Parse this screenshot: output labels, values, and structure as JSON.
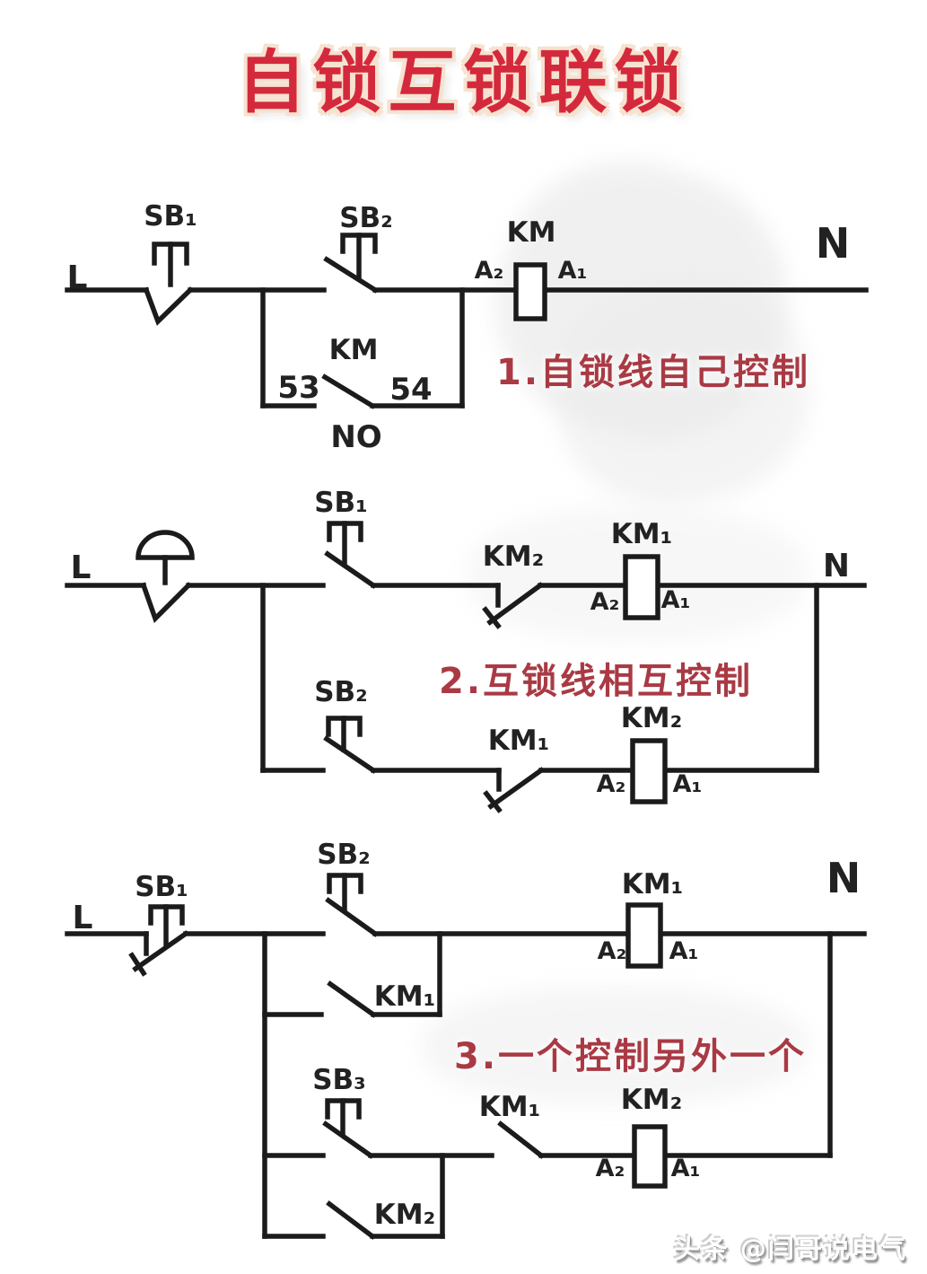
{
  "title": "自锁互锁联锁",
  "watermark": "头条 @闫哥说电气",
  "colors": {
    "title_red": "#d4293c",
    "title_halo": "#f6e2d0",
    "caption_red": "#a93a44",
    "line_black": "#1b1b1b"
  },
  "s1": {
    "caption": "1.自锁线自己控制",
    "l": "L",
    "n": "N",
    "sb1": "SB₁",
    "sb2": "SB₂",
    "km_coil": "KM",
    "a2": "A₂",
    "a1": "A₁",
    "km_aux": "KM",
    "t53": "53",
    "t54": "54",
    "no": "NO"
  },
  "s2": {
    "caption": "2.互锁线相互控制",
    "l": "L",
    "n": "N",
    "sb1": "SB₁",
    "sb2": "SB₂",
    "km2_nc": "KM₂",
    "km1_coil": "KM₁",
    "a2_top": "A₂",
    "a1_top": "A₁",
    "km1_nc": "KM₁",
    "km2_coil": "KM₂",
    "a2_bot": "A₂",
    "a1_bot": "A₁"
  },
  "s3": {
    "caption": "3.一个控制另外一个",
    "l": "L",
    "n": "N",
    "sb1": "SB₁",
    "sb2": "SB₂",
    "sb3": "SB₃",
    "km1_coil": "KM₁",
    "a2_top": "A₂",
    "a1_top": "A₁",
    "km1_no_branch": "KM₁",
    "km1_no_rung": "KM₁",
    "km2_coil": "KM₂",
    "a2_bot": "A₂",
    "a1_bot": "A₁",
    "km2_no": "KM₂"
  }
}
